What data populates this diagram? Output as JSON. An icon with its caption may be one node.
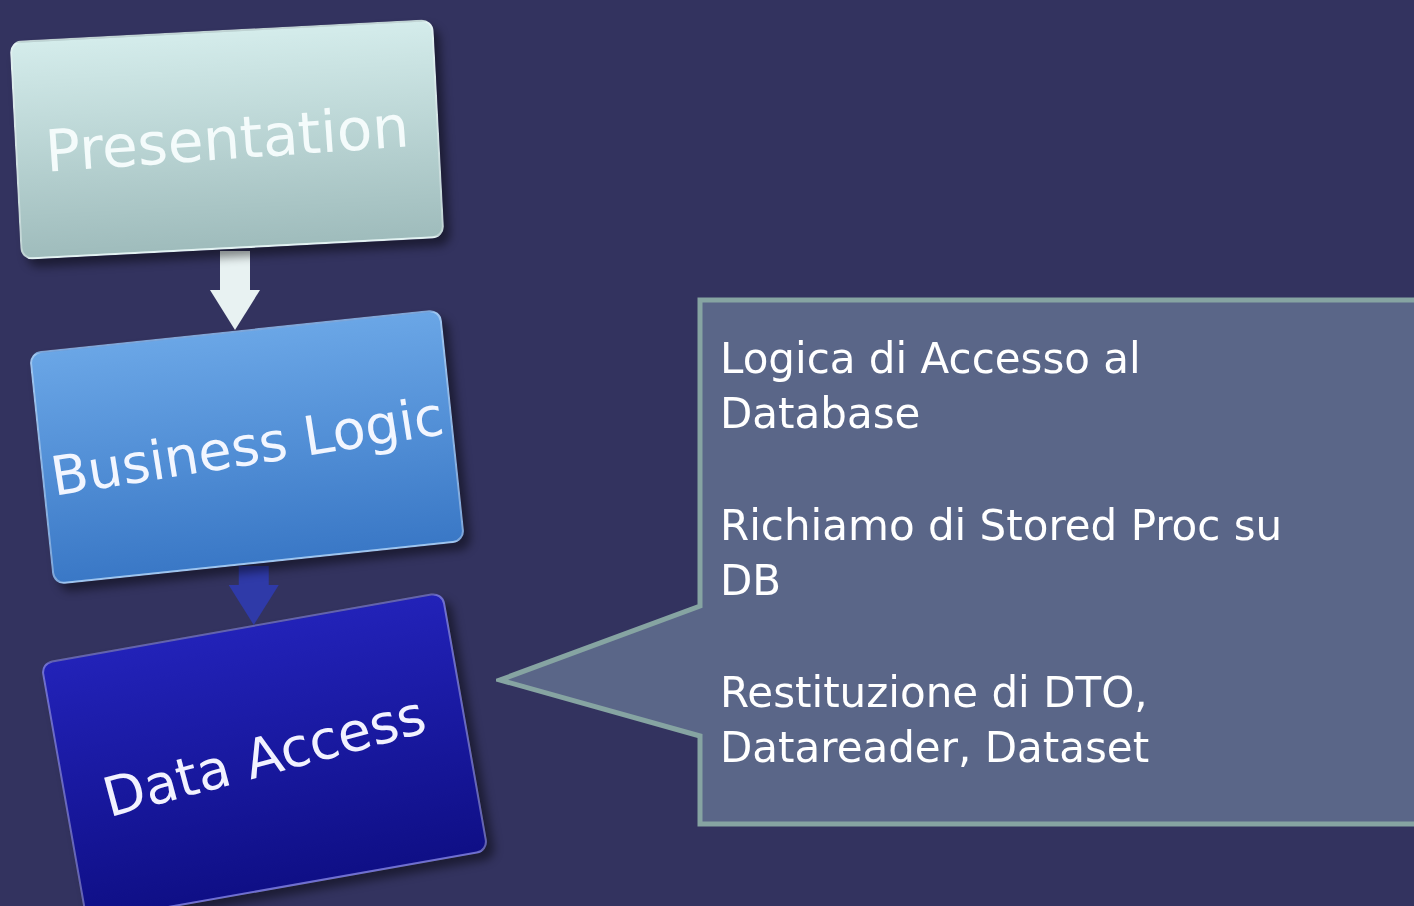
{
  "diagram": {
    "nodes": [
      {
        "text": [
          "Presentation"
        ]
      },
      {
        "text": [
          "Business Logic"
        ]
      },
      {
        "text": [
          "Data Access"
        ]
      },
      {
        "text": [
          "Logica di Accesso al Database",
          "Richiamo di Stored Proc su DB",
          "Restituzione di DTO, Datareader, Dataset"
        ]
      }
    ],
    "edges": [
      {
        "from": 0,
        "to": 1,
        "arrow": "to",
        "color": "#e8f2f2"
      },
      {
        "from": 1,
        "to": 2,
        "arrow": "to",
        "color": "#2f3aa8"
      }
    ]
  }
}
